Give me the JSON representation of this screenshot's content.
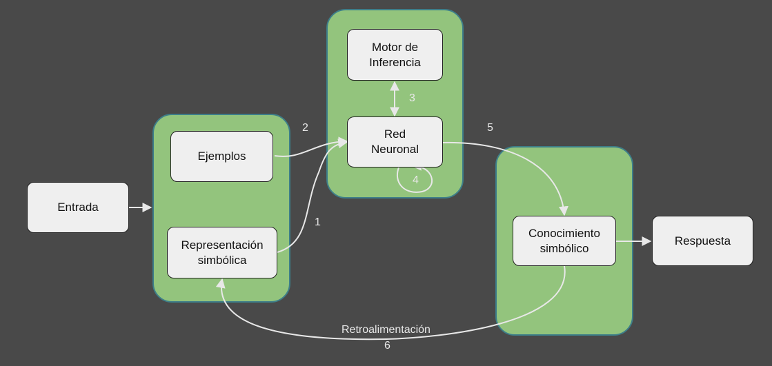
{
  "nodes": {
    "entrada": "Entrada",
    "ejemplos": "Ejemplos",
    "representacion": "Representación\nsimbólica",
    "motor": "Motor de\nInferencia",
    "red": "Red\nNeuronal",
    "conocimiento": "Conocimiento\nsimbólico",
    "respuesta": "Respuesta"
  },
  "labels": {
    "step1": "1",
    "step2": "2",
    "step3": "3",
    "step4": "4",
    "step5": "5",
    "feedback": "Retroalimentación",
    "step6": "6"
  }
}
